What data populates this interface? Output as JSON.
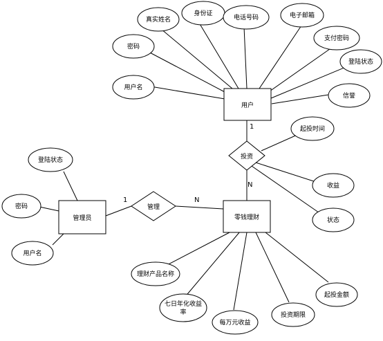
{
  "entities": {
    "user": "用户",
    "admin": "管理员",
    "fund": "零钱理财"
  },
  "relationships": {
    "invest": "投资",
    "manage": "管理"
  },
  "attributes": {
    "user_realname": "真实姓名",
    "user_idcard": "身份证",
    "user_phone": "电话号码",
    "user_email": "电子邮箱",
    "user_paypwd": "支付密码",
    "user_login": "登陆状态",
    "user_pwd": "密码",
    "user_name": "用户名",
    "user_credit": "信誉",
    "inv_starttime": "起投时间",
    "inv_income": "收益",
    "inv_status": "状态",
    "admin_login": "登陆状态",
    "admin_pwd": "密码",
    "admin_name": "用户名",
    "fund_name": "理财产品名称",
    "fund_rate_line1": "七日年化收益",
    "fund_rate_line2": "率",
    "fund_perwan": "每万元收益",
    "fund_period": "投资期限",
    "fund_minamount": "起投金额"
  },
  "cardinalities": {
    "user_invest": "1",
    "invest_fund": "N",
    "admin_manage": "1",
    "manage_fund": "N"
  }
}
